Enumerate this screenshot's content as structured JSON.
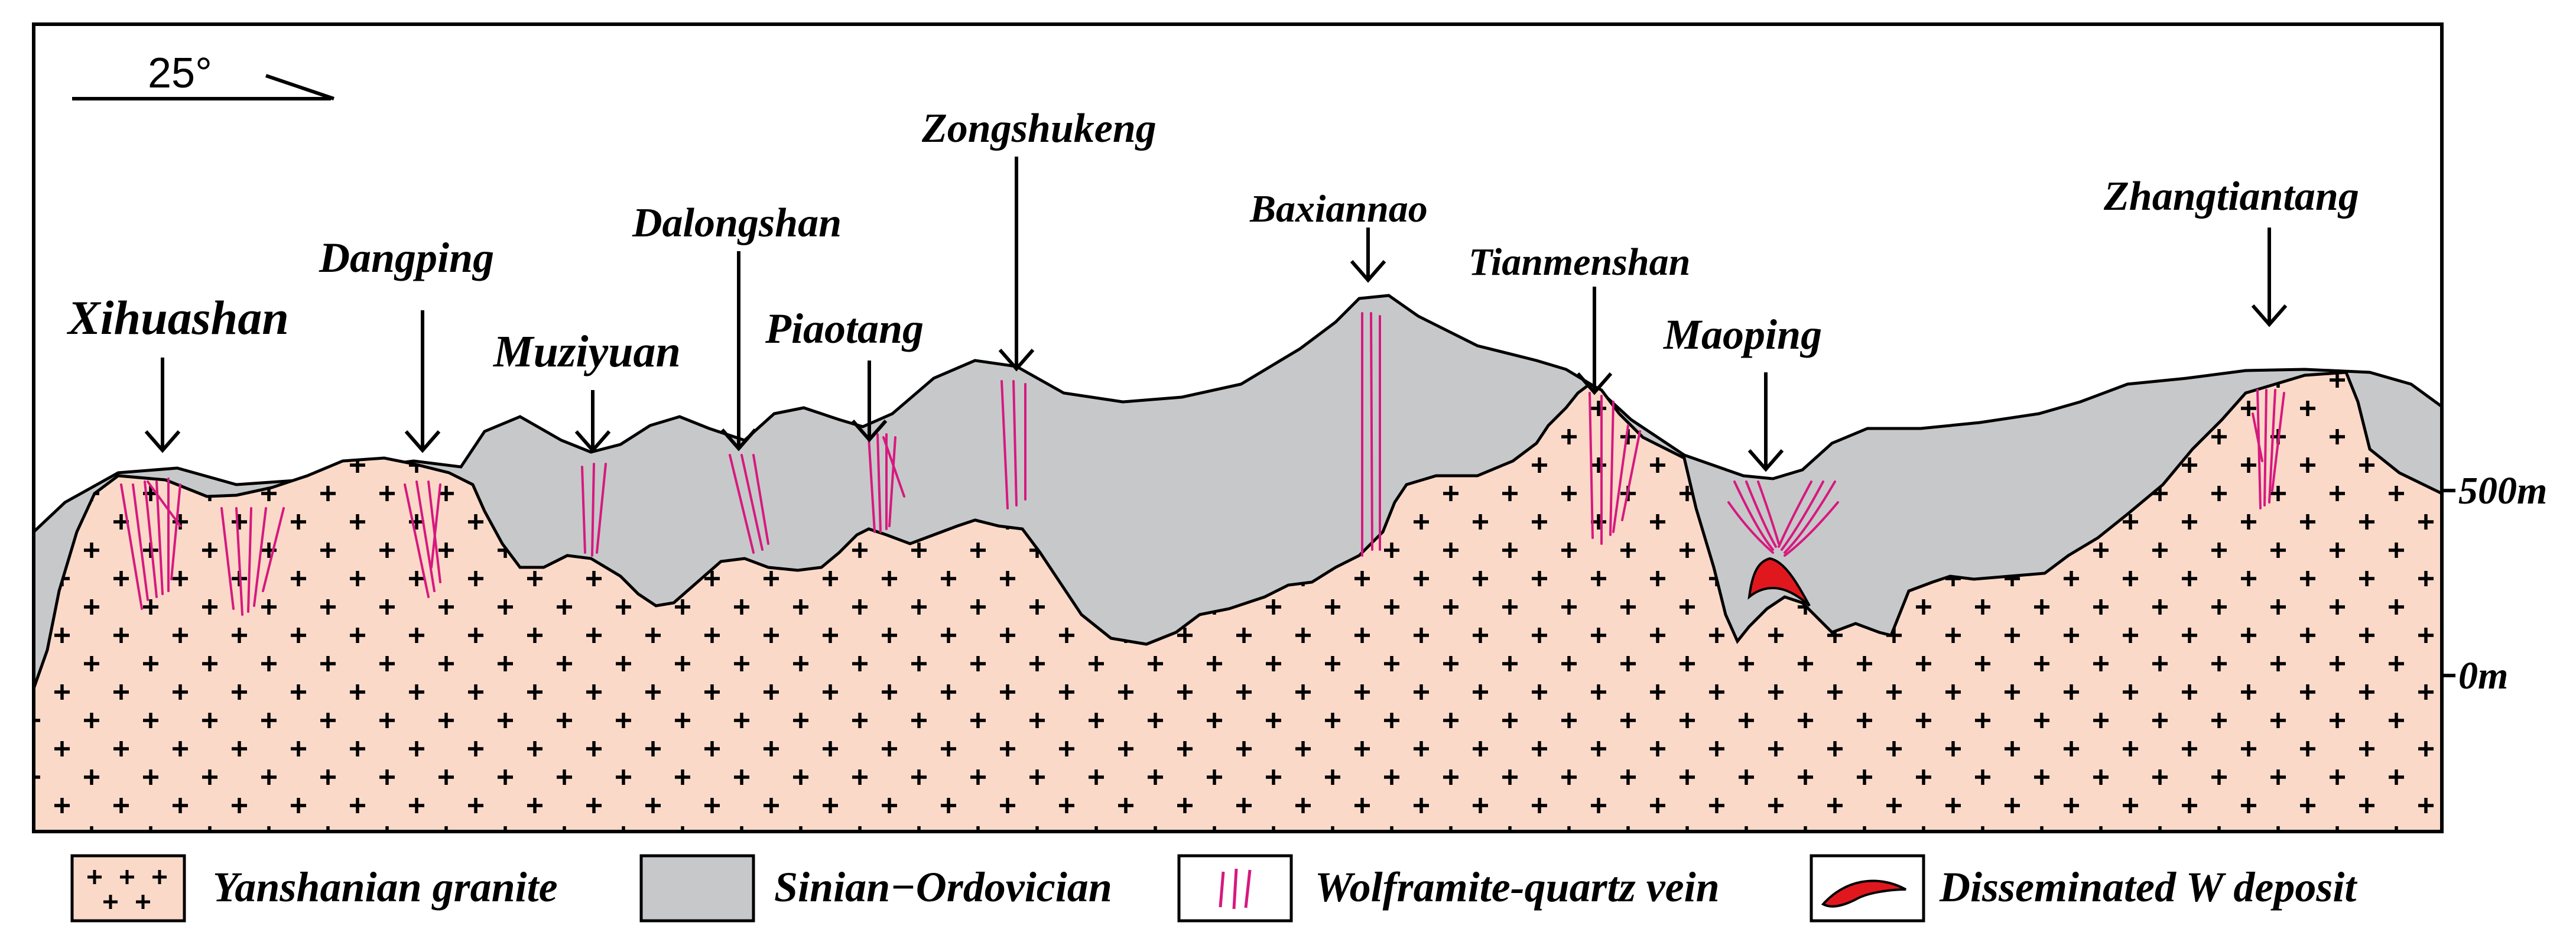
{
  "orientation": {
    "angle_label": "25°"
  },
  "elevations": {
    "upper": "500m",
    "lower": "0m"
  },
  "deposits": [
    {
      "id": "xihuashan",
      "name": "Xihuashan"
    },
    {
      "id": "dangping",
      "name": "Dangping"
    },
    {
      "id": "muziyuan",
      "name": "Muziyuan"
    },
    {
      "id": "dalongshan",
      "name": "Dalongshan"
    },
    {
      "id": "piaotang",
      "name": "Piaotang"
    },
    {
      "id": "zongshukeng",
      "name": "Zongshukeng"
    },
    {
      "id": "baxiannao",
      "name": "Baxiannao"
    },
    {
      "id": "tianmenshan",
      "name": "Tianmenshan"
    },
    {
      "id": "maoping",
      "name": "Maoping"
    },
    {
      "id": "zhangtiantang",
      "name": "Zhangtiantang"
    }
  ],
  "legend": [
    {
      "id": "granite",
      "label": "Yanshanian granite"
    },
    {
      "id": "sinian",
      "label": "Sinian−Ordovician"
    },
    {
      "id": "vein",
      "label": "Wolframite-quartz vein"
    },
    {
      "id": "disseminated",
      "label": "Disseminated W deposit"
    }
  ],
  "colors": {
    "granite_fill": "#fbd9c8",
    "sedimentary_fill": "#c7c8ca",
    "vein_color": "#d6197f",
    "disseminated_fill": "#e0181e",
    "outline": "#000000"
  }
}
